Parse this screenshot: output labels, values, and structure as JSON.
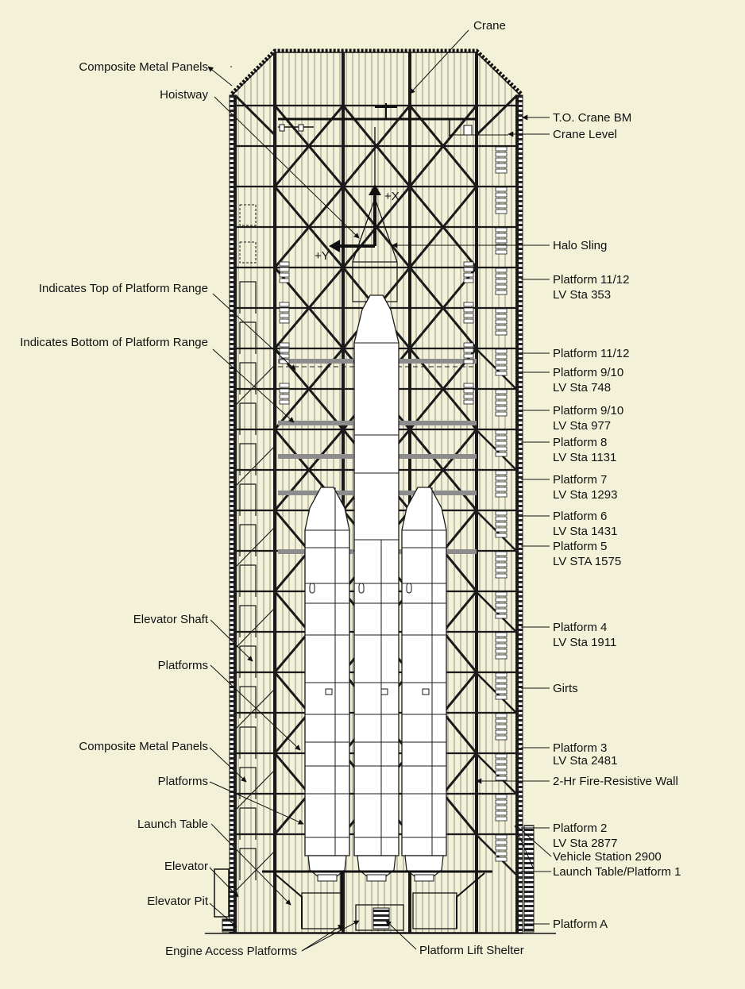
{
  "background": "#f3f2d9",
  "colors": {
    "line": "#1a1a1a",
    "hatch": "#555555",
    "vehicle_fill": "#ffffff",
    "slab": "#8c8c8c"
  },
  "icons": [
    "arrow-icon",
    "triangle-icon"
  ],
  "axis_labels": {
    "x": "+X",
    "y": "+Y"
  },
  "labels_left": {
    "composite_metal_panels_top": "Composite Metal Panels",
    "hoistway": "Hoistway",
    "top_of_platform_range": "Indicates Top of Platform Range",
    "bottom_of_platform_range": "Indicates Bottom of Platform Range",
    "elevator_shaft": "Elevator Shaft",
    "platforms_upper": "Platforms",
    "composite_metal_panels_lower": "Composite Metal Panels",
    "platforms_lower": "Platforms",
    "launch_table": "Launch Table",
    "elevator": "Elevator",
    "elevator_pit": "Elevator Pit"
  },
  "labels_top": {
    "crane": "Crane"
  },
  "labels_right": {
    "to_crane_bm": "T.O. Crane BM",
    "crane_level": "Crane Level",
    "halo_sling": "Halo Sling",
    "p1112_top_a": "Platform 11/12",
    "p1112_top_b": "LV Sta 353",
    "p1112_bottom": "Platform 11/12",
    "p910_top_a": "Platform 9/10",
    "p910_top_b": "LV Sta 748",
    "p910_bottom_a": "Platform 9/10",
    "p910_bottom_b": "LV Sta 977",
    "p8_a": "Platform 8",
    "p8_b": "LV Sta 1131",
    "p7_a": "Platform 7",
    "p7_b": "LV Sta 1293",
    "p6_a": "Platform 6",
    "p6_b": "LV Sta 1431",
    "p5_a": "Platform 5",
    "p5_b": "LV STA 1575",
    "p4_a": "Platform 4",
    "p4_b": "LV Sta 1911",
    "girts": "Girts",
    "p3_a": "Platform 3",
    "p3_b": "LV Sta 2481",
    "fire_wall": "2-Hr Fire-Resistive Wall",
    "p2_a": "Platform 2",
    "p2_b": "LV Sta 2877",
    "vehicle_station": "Vehicle Station 2900",
    "launch_table_platform1": "Launch Table/Platform 1",
    "platform_a": "Platform A"
  },
  "labels_bottom": {
    "engine_access": "Engine Access Platforms",
    "lift_shelter": "Platform Lift Shelter"
  }
}
